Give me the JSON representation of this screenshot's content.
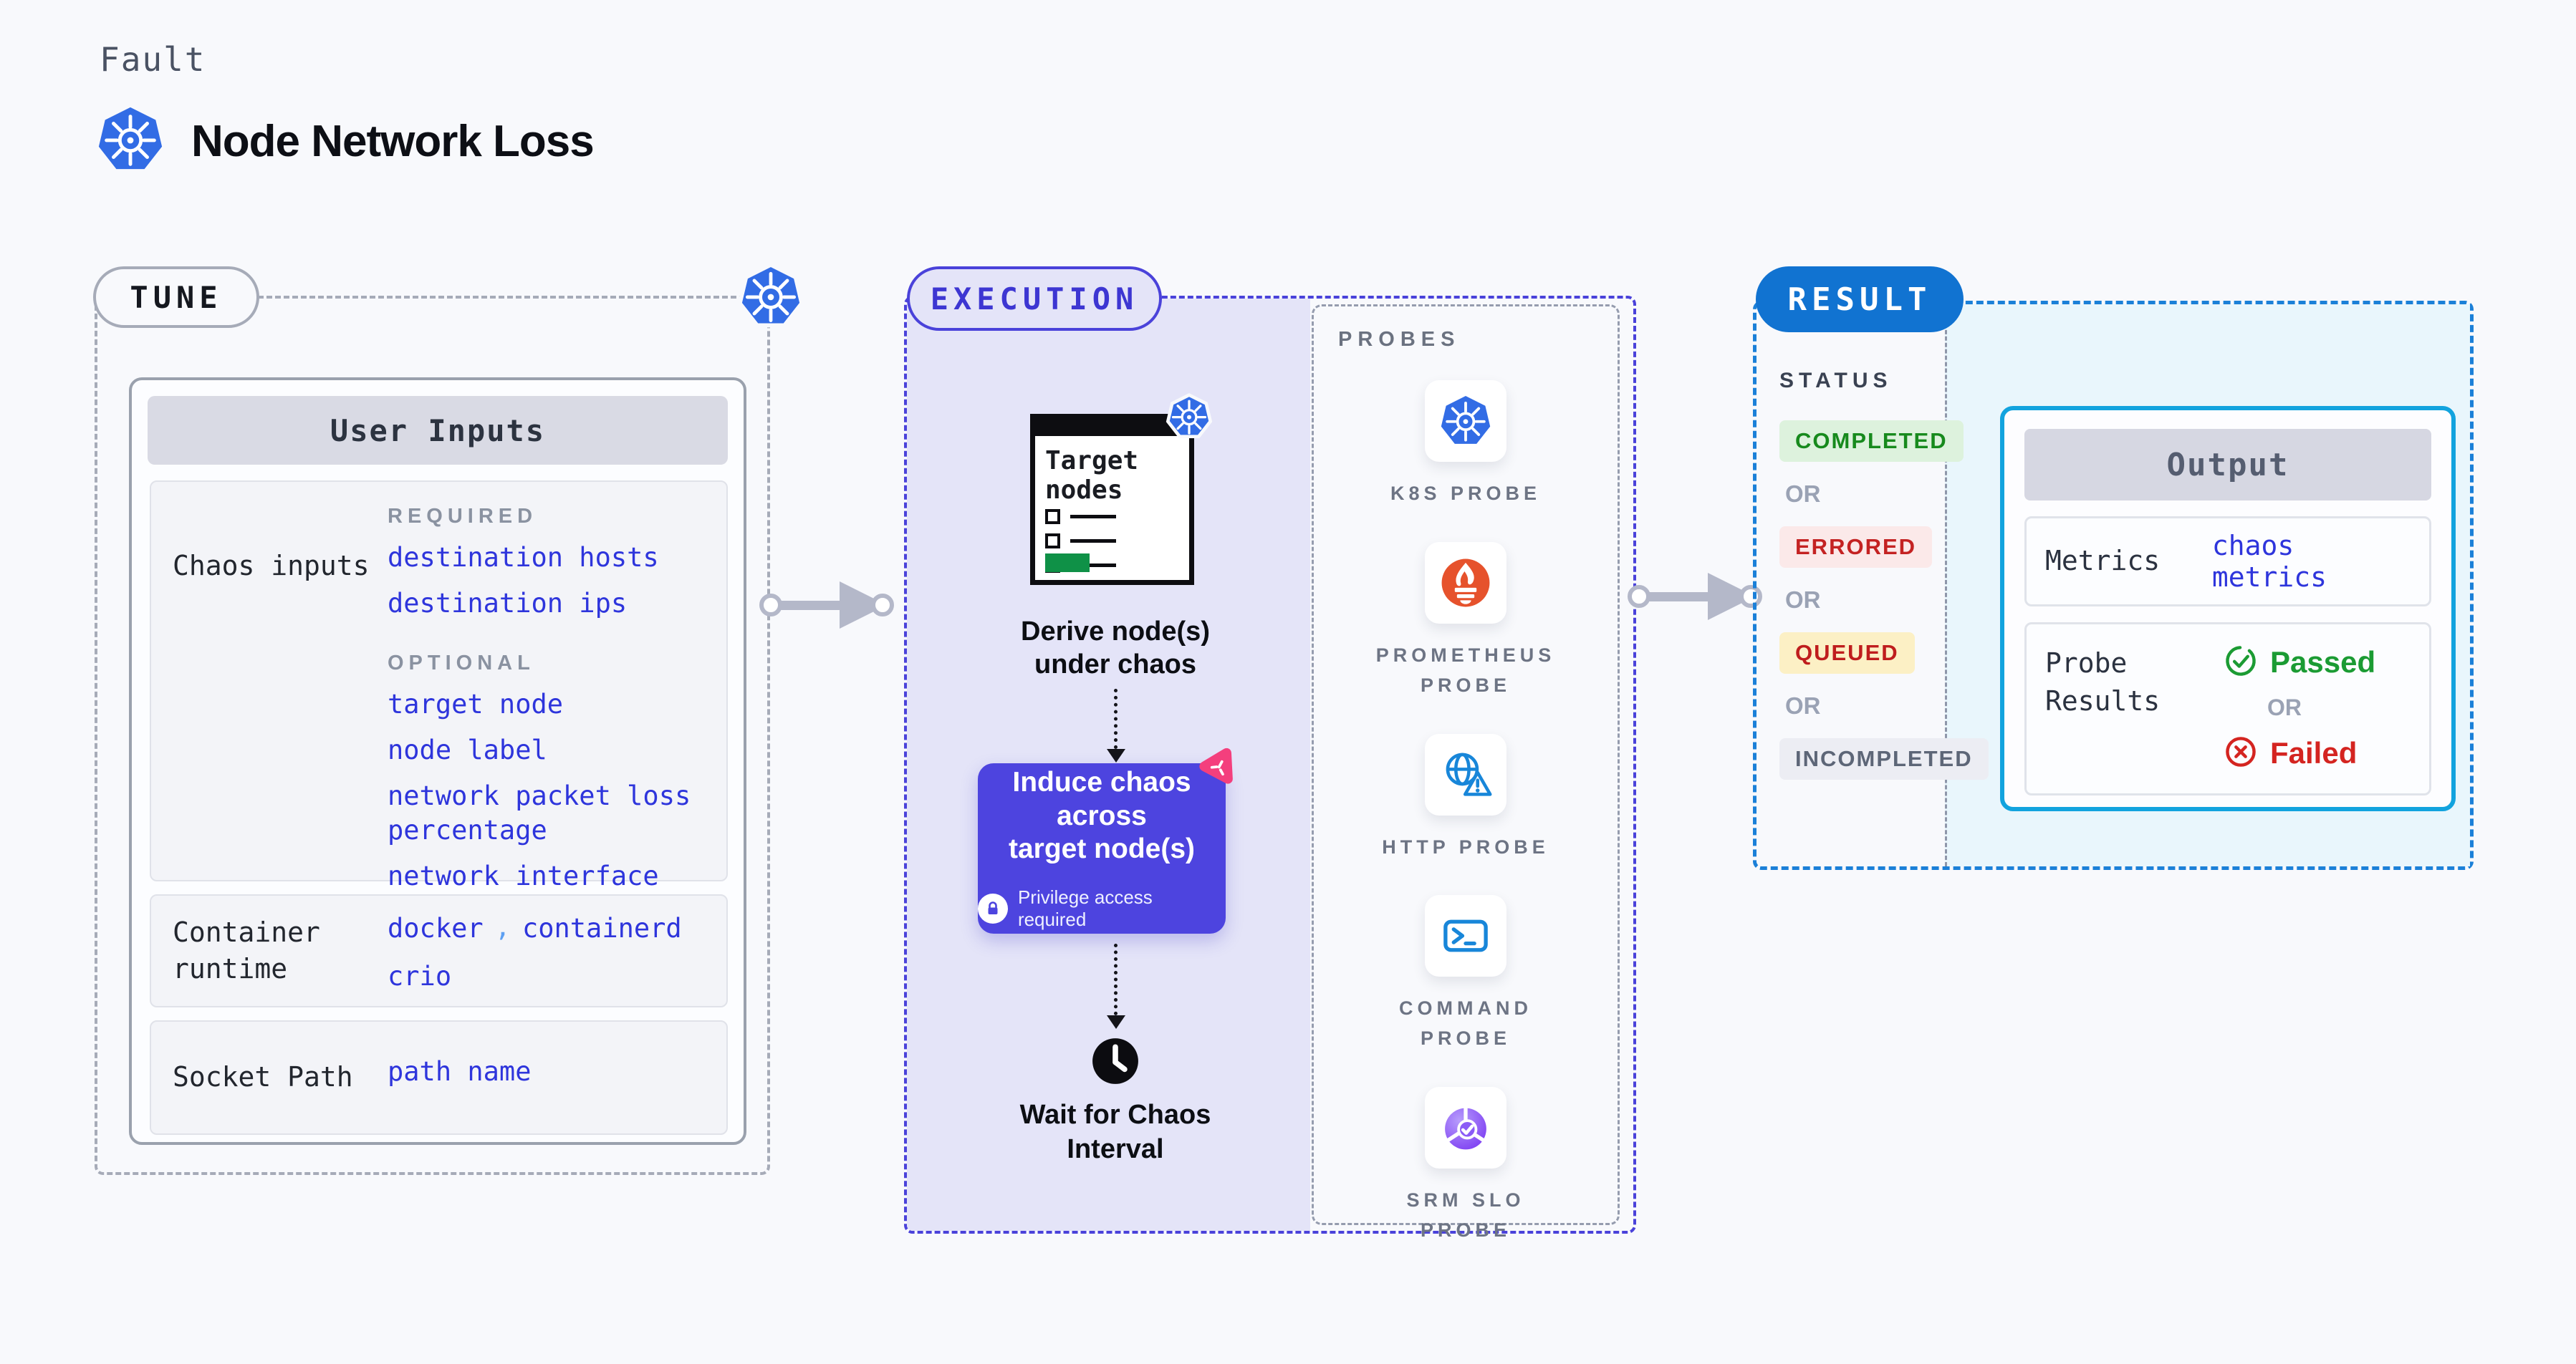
{
  "header": {
    "eyebrow": "Fault",
    "title": "Node Network Loss"
  },
  "tune": {
    "badge": "TUNE",
    "user_inputs_title": "User Inputs",
    "chaos_inputs": {
      "label": "Chaos inputs",
      "required_heading": "REQUIRED",
      "required_items": [
        "destination hosts",
        "destination ips"
      ],
      "optional_heading": "OPTIONAL",
      "optional_items": [
        "target node",
        "node label",
        "network packet loss percentage",
        "network interface"
      ]
    },
    "container_runtime": {
      "label": "Container runtime",
      "separator": ",",
      "values": [
        "docker",
        "containerd",
        "crio"
      ]
    },
    "socket_path": {
      "label": "Socket Path",
      "value": "path name"
    }
  },
  "execution": {
    "badge": "EXECUTION",
    "target_card_title": "Target\nnodes",
    "derive_label": "Derive node(s)\nunder chaos",
    "induce_title": "Induce chaos across\ntarget node(s)",
    "privilege_note": "Privilege access required",
    "wait_label": "Wait for Chaos\nInterval"
  },
  "probes": {
    "heading": "PROBES",
    "items": [
      {
        "label": "K8S PROBE",
        "icon": "kubernetes-icon"
      },
      {
        "label": "PROMETHEUS PROBE",
        "icon": "prometheus-icon"
      },
      {
        "label": "HTTP PROBE",
        "icon": "http-globe-warning-icon"
      },
      {
        "label": "COMMAND PROBE",
        "icon": "terminal-icon"
      },
      {
        "label": "SRM SLO PROBE",
        "icon": "slo-gauge-check-icon"
      }
    ]
  },
  "result": {
    "badge": "RESULT",
    "status_heading": "STATUS",
    "or_label": "OR",
    "statuses": [
      {
        "label": "COMPLETED",
        "bg": "#ddf2dd",
        "color": "#178a1d"
      },
      {
        "label": "ERRORED",
        "bg": "#fbe9e9",
        "color": "#c42222"
      },
      {
        "label": "QUEUED",
        "bg": "#fcf0c5",
        "color": "#bf1d1d"
      },
      {
        "label": "INCOMPLETED",
        "bg": "#ecedf3",
        "color": "#5d6677"
      }
    ],
    "output": {
      "title": "Output",
      "metrics_label": "Metrics",
      "metrics_value": "chaos metrics",
      "probe_results_label": "Probe Results",
      "passed_label": "Passed",
      "or_label": "OR",
      "failed_label": "Failed"
    }
  },
  "colors": {
    "page_bg": "#f8f9fc",
    "indigo_accent": "#4a42da",
    "lavender_fill": "#e4e4f8",
    "induce_box": "#4d44df",
    "result_blue": "#1173d1",
    "cyan_accent": "#12a3de",
    "cyan_fill": "#e9f6fc",
    "link_blue": "#2e35dc",
    "kubernetes_blue": "#326ce5",
    "prometheus_orange": "#e6522c",
    "probe_icon_blue": "#1886d9",
    "litmus_pink": "#f43f7d",
    "passed_green": "#1b9b33",
    "failed_red": "#d42420",
    "target_green_bar": "#0f9147"
  }
}
